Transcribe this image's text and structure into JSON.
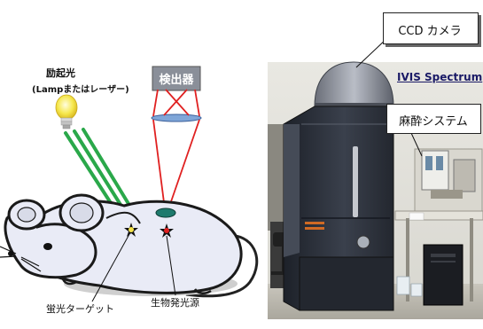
{
  "diagram": {
    "excitation_label": "励起光",
    "excitation_sub": "(Lampまたはレーザー)",
    "detector_label": "検出器",
    "fluorescent_target_label": "蛍光ターゲット",
    "bioluminescent_source_label": "生物発光源",
    "ccd_camera_label": "CCD カメラ",
    "product_label": "IVIS Spectrum",
    "anesthesia_label": "麻酔システム"
  },
  "colors": {
    "excitation_beam": "#2aa84a",
    "emission_beam": "#e02020",
    "detector_box": "#8a8f99",
    "lens": "#7fa6d8",
    "bulb": "#f4e24a",
    "instrument_body": "#2b2f38",
    "product_label_color": "#1a1a66"
  }
}
